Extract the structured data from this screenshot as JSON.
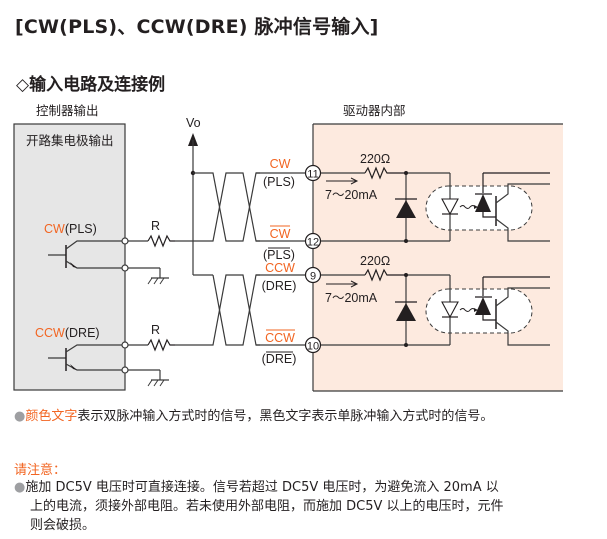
{
  "title": "[CW(PLS)、CCW(DRE) 脉冲信号输入]",
  "subtitle": "◇输入电路及连接例",
  "diagram": {
    "controller_label": "控制器输出",
    "controller_box_label": "开路集电极输出",
    "driver_label": "驱动器内部",
    "vo_label": "Vo",
    "resistor_label": "R",
    "inputs": [
      {
        "name_color": "CW",
        "name_black": "(PLS)"
      },
      {
        "name_color": "CCW",
        "name_black": "(DRE)"
      }
    ],
    "terminals": [
      {
        "number": "11",
        "signal_color": "CW",
        "signal_black": "(PLS)",
        "overline": false
      },
      {
        "number": "12",
        "signal_color": "CW",
        "signal_black": "(PLS)",
        "overline": true
      },
      {
        "number": "9",
        "signal_color": "CCW",
        "signal_black": "(DRE)",
        "overline": false
      },
      {
        "number": "10",
        "signal_color": "CCW",
        "signal_black": "(DRE)",
        "overline": true
      }
    ],
    "internal_resistor": "220Ω",
    "current_range": "7～20mA",
    "colors": {
      "accent": "#f26522",
      "controller_fill": "#e6e6e6",
      "driver_fill": "#fdeadf",
      "wire": "#3a3a3a"
    }
  },
  "notes": {
    "legend_color_part": "颜色文字",
    "legend_rest": "表示双脉冲输入方式时的信号，黑色文字表示单脉冲输入方式时的信号。",
    "caution_heading": "请注意：",
    "caution_line1": "施加 DC5V 电压时可直接连接。信号若超过 DC5V 电压时，为避免流入 20mA 以",
    "caution_line2": "上的电流，须接外部电阻。若未使用外部电阻，而施加 DC5V 以上的电压时，元件",
    "caution_line3": "则会破损。",
    "bullet": "●"
  }
}
